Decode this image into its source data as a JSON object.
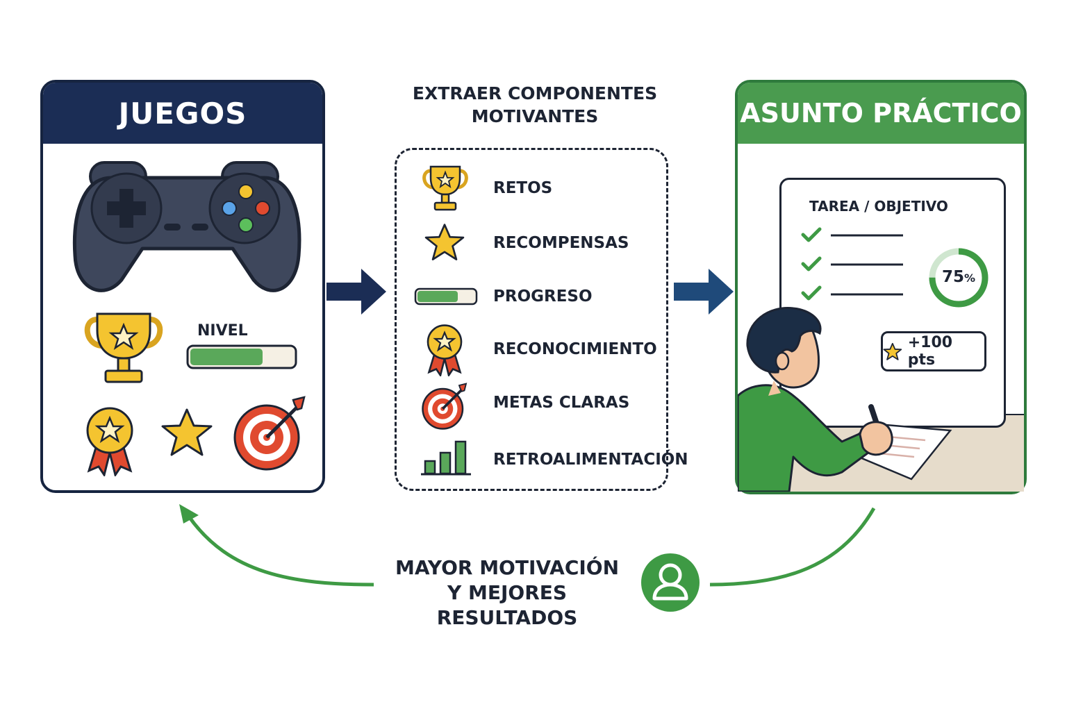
{
  "left_panel": {
    "title": "JUEGOS",
    "level_label": "NIVEL",
    "level_progress": 0.7
  },
  "middle": {
    "title_line1": "EXTRAER COMPONENTES",
    "title_line2": "MOTIVANTES",
    "items": [
      {
        "label": "RETOS",
        "icon": "trophy-icon"
      },
      {
        "label": "RECOMPENSAS",
        "icon": "star-icon"
      },
      {
        "label": "PROGRESO",
        "icon": "progress-bar-icon"
      },
      {
        "label": "RECONOCIMIENTO",
        "icon": "medal-icon"
      },
      {
        "label": "METAS CLARAS",
        "icon": "target-icon"
      },
      {
        "label": "RETROALIMENTACIÓN",
        "icon": "bar-chart-icon"
      }
    ]
  },
  "right_panel": {
    "title": "ASUNTO PRÁCTICO",
    "task_title": "TAREA / OBJETIVO",
    "progress_text": "75",
    "progress_unit": "%",
    "progress_value": 0.75,
    "points": "+100 pts"
  },
  "bottom": {
    "line1": "MAYOR MOTIVACIÓN",
    "line2": "Y MEJORES RESULTADOS"
  },
  "colors": {
    "navy": "#1b2d55",
    "green": "#4a9b4f",
    "gold": "#f4c430",
    "red": "#e04a2f"
  }
}
